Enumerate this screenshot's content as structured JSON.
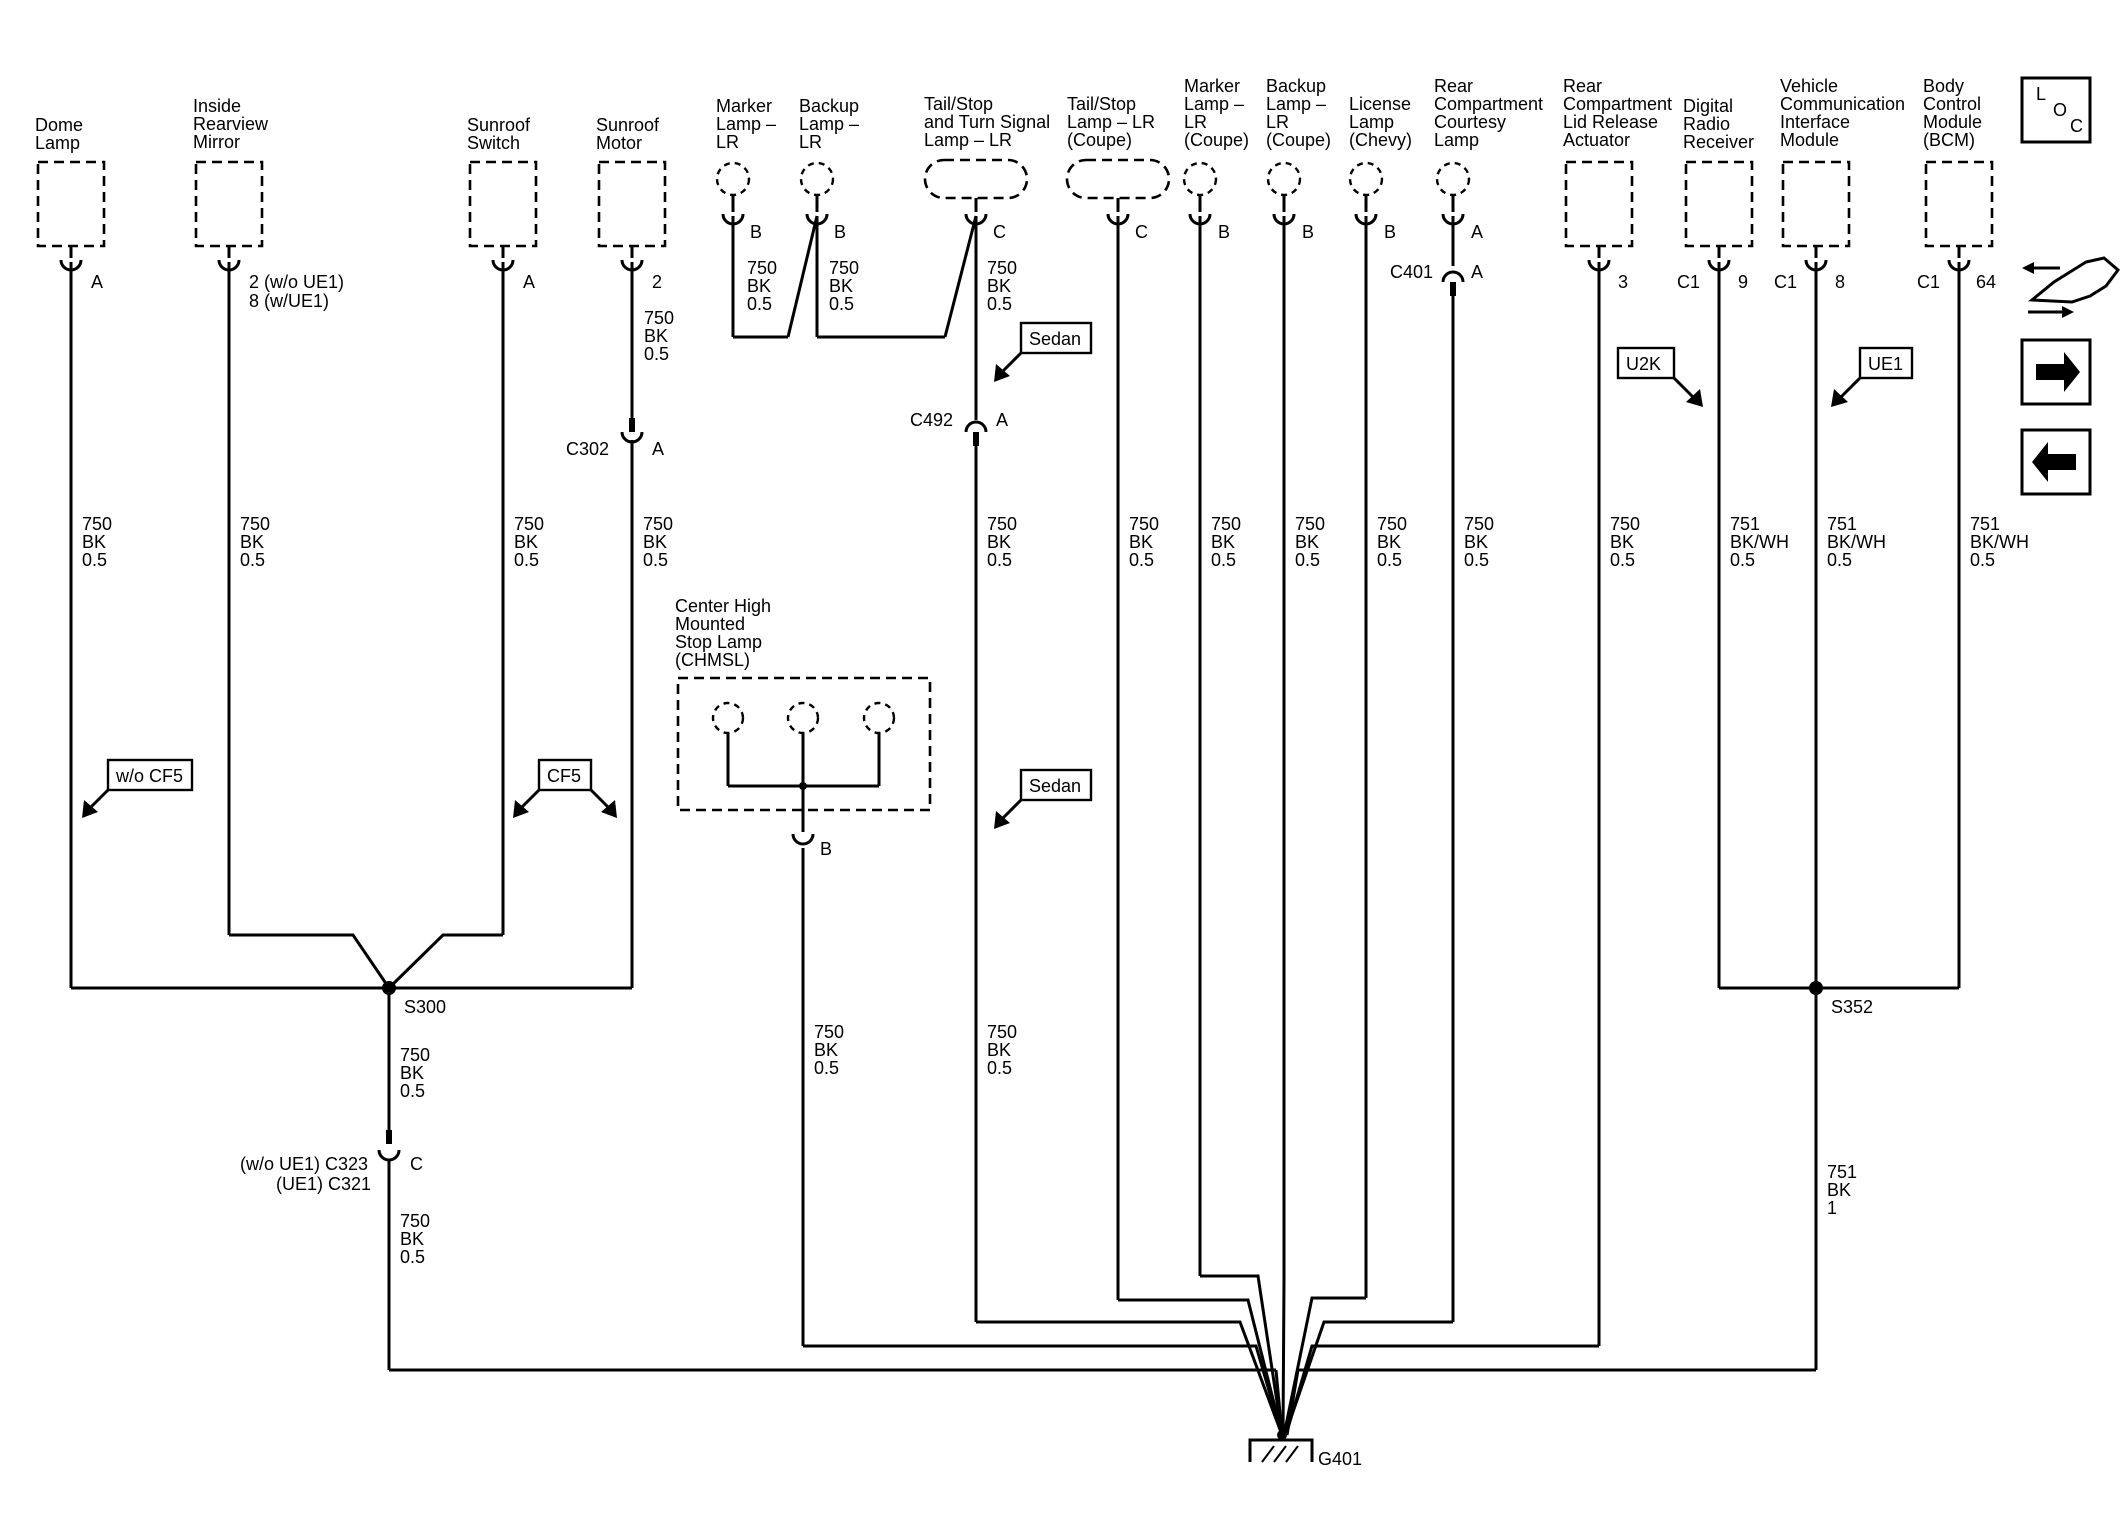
{
  "components": {
    "dome_lamp": [
      "Dome",
      "Lamp"
    ],
    "inside_mirror": [
      "Inside",
      "Rearview",
      "Mirror"
    ],
    "sunroof_switch": [
      "Sunroof",
      "Switch"
    ],
    "sunroof_motor": [
      "Sunroof",
      "Motor"
    ],
    "marker_lamp_lr": [
      "Marker",
      "Lamp –",
      "LR"
    ],
    "backup_lamp_lr": [
      "Backup",
      "Lamp –",
      "LR"
    ],
    "tail_stop_turn": [
      "Tail/Stop",
      "and Turn Signal",
      "Lamp – LR"
    ],
    "tail_stop_coupe": [
      "Tail/Stop",
      "Lamp – LR",
      "(Coupe)"
    ],
    "marker_coupe": [
      "Marker",
      "Lamp –",
      "LR",
      "(Coupe)"
    ],
    "backup_coupe": [
      "Backup",
      "Lamp –",
      "LR",
      "(Coupe)"
    ],
    "license_lamp": [
      "License",
      "Lamp",
      "(Chevy)"
    ],
    "rear_courtesy": [
      "Rear",
      "Compartment",
      "Courtesy",
      "Lamp"
    ],
    "rear_lid_actuator": [
      "Rear",
      "Compartment",
      "Lid Release",
      "Actuator"
    ],
    "digital_radio": [
      "Digital",
      "Radio",
      "Receiver"
    ],
    "vcim": [
      "Vehicle",
      "Communication",
      "Interface",
      "Module"
    ],
    "bcm": [
      "Body",
      "Control",
      "Module",
      "(BCM)"
    ],
    "chmsl": [
      "Center High",
      "Mounted",
      "Stop Lamp",
      "(CHMSL)"
    ]
  },
  "pins": {
    "dome": "A",
    "mirror": [
      "2 (w/o UE1)",
      "8 (w/UE1)"
    ],
    "sunroof_switch": "A",
    "sunroof_motor": "2",
    "marker": "B",
    "backup": "B",
    "tail_turn": "C",
    "tail_coupe": "C",
    "marker_coupe": "B",
    "backup_coupe": "B",
    "license": "B",
    "courtesy": "A",
    "courtesy_c401": "A",
    "actuator": "3",
    "radio_conn": "C1",
    "radio": "9",
    "vcim_conn": "C1",
    "vcim": "8",
    "bcm_conn": "C1",
    "bcm": "64",
    "chmsl": "B",
    "c302": "A",
    "c492": "A",
    "c323": "C"
  },
  "connectors": {
    "c302": "C302",
    "c492": "C492",
    "c401": "C401",
    "c323_line1": "(w/o UE1) C323",
    "c323_line2": "(UE1) C321"
  },
  "splices": {
    "s300": "S300",
    "s352": "S352"
  },
  "ground": {
    "g401": "G401"
  },
  "wire_750": [
    "750",
    "BK",
    "0.5"
  ],
  "wire_751_bkwh": [
    "751",
    "BK/WH",
    "0.5"
  ],
  "wire_751_bk1": [
    "751",
    "BK",
    "1"
  ],
  "option_tags": {
    "wo_cf5": "w/o CF5",
    "cf5": "CF5",
    "sedan": "Sedan",
    "u2k": "U2K",
    "ue1": "UE1"
  },
  "loc": {
    "l": "L",
    "o": "O",
    "c": "C"
  },
  "nav_icons": [
    "car-icon",
    "arrow-right-icon",
    "arrow-left-icon"
  ]
}
